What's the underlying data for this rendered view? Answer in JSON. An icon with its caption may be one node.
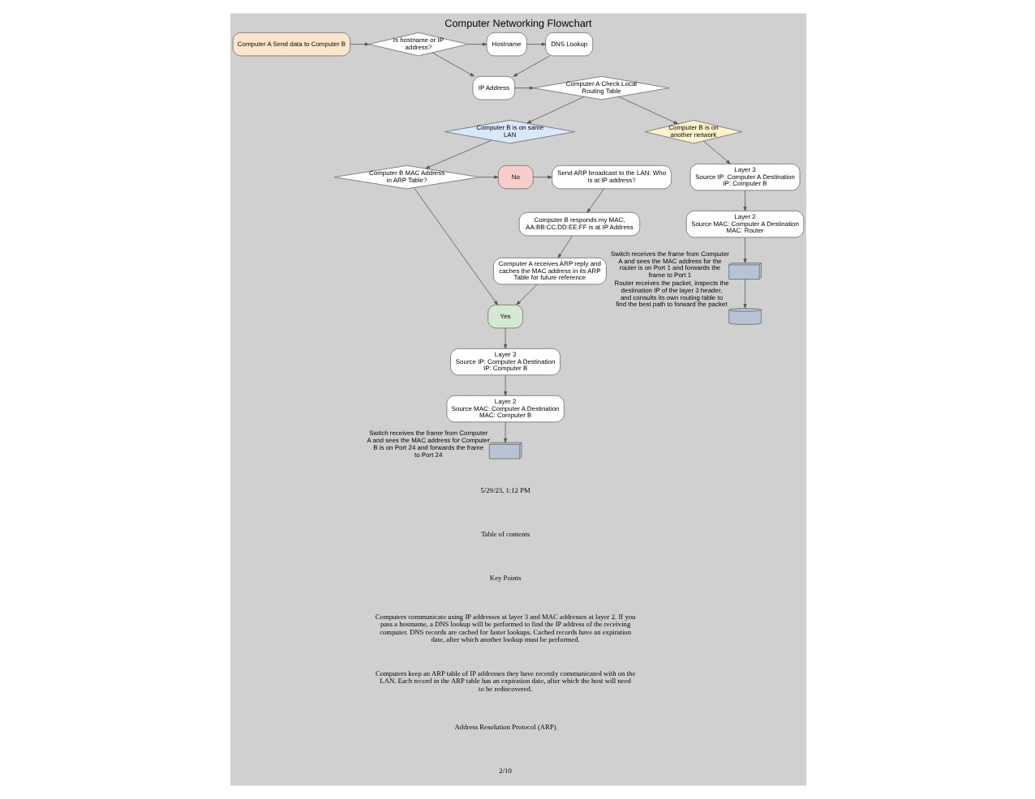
{
  "diagram": {
    "title": "Computer Networking Flowchart",
    "nodes": [
      {
        "text": [
          "Computer A Send data to Computer B"
        ]
      },
      {
        "text": [
          "Is hostname or IP address?"
        ]
      },
      {
        "text": [
          "Hostname"
        ]
      },
      {
        "text": [
          "DNS Lookup"
        ]
      },
      {
        "text": [
          "IP Address"
        ]
      },
      {
        "text": [
          "Computer A Check Local Routing Table"
        ]
      },
      {
        "text": [
          "Computer B is on same LAN"
        ]
      },
      {
        "text": [
          "Computer B is on another network"
        ]
      },
      {
        "text": [
          "Computer B MAC Address in ARP Table?"
        ]
      },
      {
        "text": [
          "No"
        ]
      },
      {
        "text": [
          "Send ARP broadcast to the LAN: Who is at IP address?"
        ]
      },
      {
        "text": [
          "Computer B responds my MAC, AA:BB:CC:DD:EE:FF is at IP Address"
        ]
      },
      {
        "text": [
          "Computer A receives ARP reply and caches the MAC address in its ARP Table for future reference"
        ]
      },
      {
        "text": [
          "Yes"
        ]
      },
      {
        "text": [
          "Layer 3",
          "Source IP: Computer A Destination IP: Computer B"
        ]
      },
      {
        "text": [
          "Layer 2",
          "Source MAC: Computer A Destination MAC: Computer B"
        ]
      },
      {
        "text": [],
        "shape": "switch",
        "beside": [
          "Switch receives the frame from Computer A and sees the MAC address for Computer B is on Port 24 and forwards the frame to Port 24"
        ]
      },
      {
        "text": [
          "Layer 3",
          "Source IP: Computer A Destination IP: Computer B"
        ]
      },
      {
        "text": [
          "Layer 2",
          "Source MAC: Computer A Destination MAC: Router"
        ]
      },
      {
        "text": [],
        "shape": "switch",
        "beside": [
          "Switch receives the frame from Computer A and sees the MAC address for the router is on Port 1 and forwards the frame to Port 1"
        ]
      },
      {
        "text": [],
        "shape": "router",
        "beside": [
          "Router receives the packet, inspects the destination IP of the layer 3 header, and consults its own routing table to find the best path to forward the packet"
        ]
      }
    ],
    "edges": [
      {
        "from": 0,
        "to": 1,
        "arrow": "to"
      },
      {
        "from": 1,
        "to": 2,
        "arrow": "to"
      },
      {
        "from": 2,
        "to": 3,
        "arrow": "to"
      },
      {
        "from": 3,
        "to": 4,
        "arrow": "to"
      },
      {
        "from": 1,
        "to": 4,
        "arrow": "to"
      },
      {
        "from": 4,
        "to": 5,
        "arrow": "to"
      },
      {
        "from": 5,
        "to": 6,
        "arrow": "to"
      },
      {
        "from": 5,
        "to": 7,
        "arrow": "to"
      },
      {
        "from": 6,
        "to": 8,
        "arrow": "to"
      },
      {
        "from": 8,
        "to": 9,
        "arrow": "to"
      },
      {
        "from": 9,
        "to": 10,
        "arrow": "to"
      },
      {
        "from": 10,
        "to": 11,
        "arrow": "to"
      },
      {
        "from": 11,
        "to": 12,
        "arrow": "to"
      },
      {
        "from": 12,
        "to": 13,
        "arrow": "to"
      },
      {
        "from": 8,
        "to": 13,
        "arrow": "to"
      },
      {
        "from": 13,
        "to": 14,
        "arrow": "to"
      },
      {
        "from": 14,
        "to": 15,
        "arrow": "to"
      },
      {
        "from": 15,
        "to": 16,
        "arrow": "to"
      },
      {
        "from": 7,
        "to": 17,
        "arrow": "to"
      },
      {
        "from": 17,
        "to": 18,
        "arrow": "to"
      },
      {
        "from": 18,
        "to": 19,
        "arrow": "to"
      },
      {
        "from": 19,
        "to": 20,
        "arrow": "to"
      }
    ],
    "labels": [
      "5/29/23, 1:12 PM",
      "Table of contents",
      "Key Points",
      "Computers communicate using IP addresses at layer 3 and MAC addresses at layer 2. If you pass a hostname, a DNS lookup will be performed to find the IP address of the receiving computer. DNS records are cached for faster lookups. Cached records have an expiration date, after which another lookup must be performed.",
      "Computers keep an ARP table of IP addresses they have recently communicated with on the LAN. Each record in the ARP table has an expiration date, after which the host will need to be rediscovered.",
      "Address Resolution Protocol (ARP)",
      "2/10"
    ]
  }
}
